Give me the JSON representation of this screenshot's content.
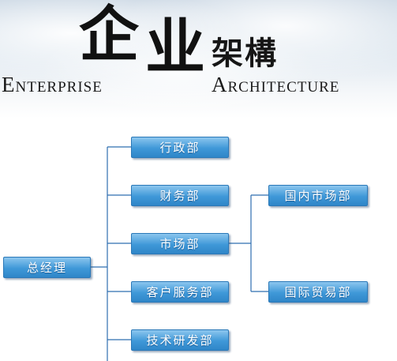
{
  "header": {
    "big_char_1": "企",
    "big_char_2": "业",
    "title_cn": "架構",
    "title_en_left": "Enterprise",
    "title_en_right": "Architecture"
  },
  "org": {
    "root": "总经理",
    "departments": [
      "行政部",
      "财务部",
      "市场部",
      "客户服务部",
      "技术研发部"
    ],
    "market_subdepartments": [
      "国内市场部",
      "国际贸易部"
    ]
  },
  "colors": {
    "box_top": "#8cc6ee",
    "box_bottom": "#2f86c8",
    "connector": "#2f6fb0"
  }
}
